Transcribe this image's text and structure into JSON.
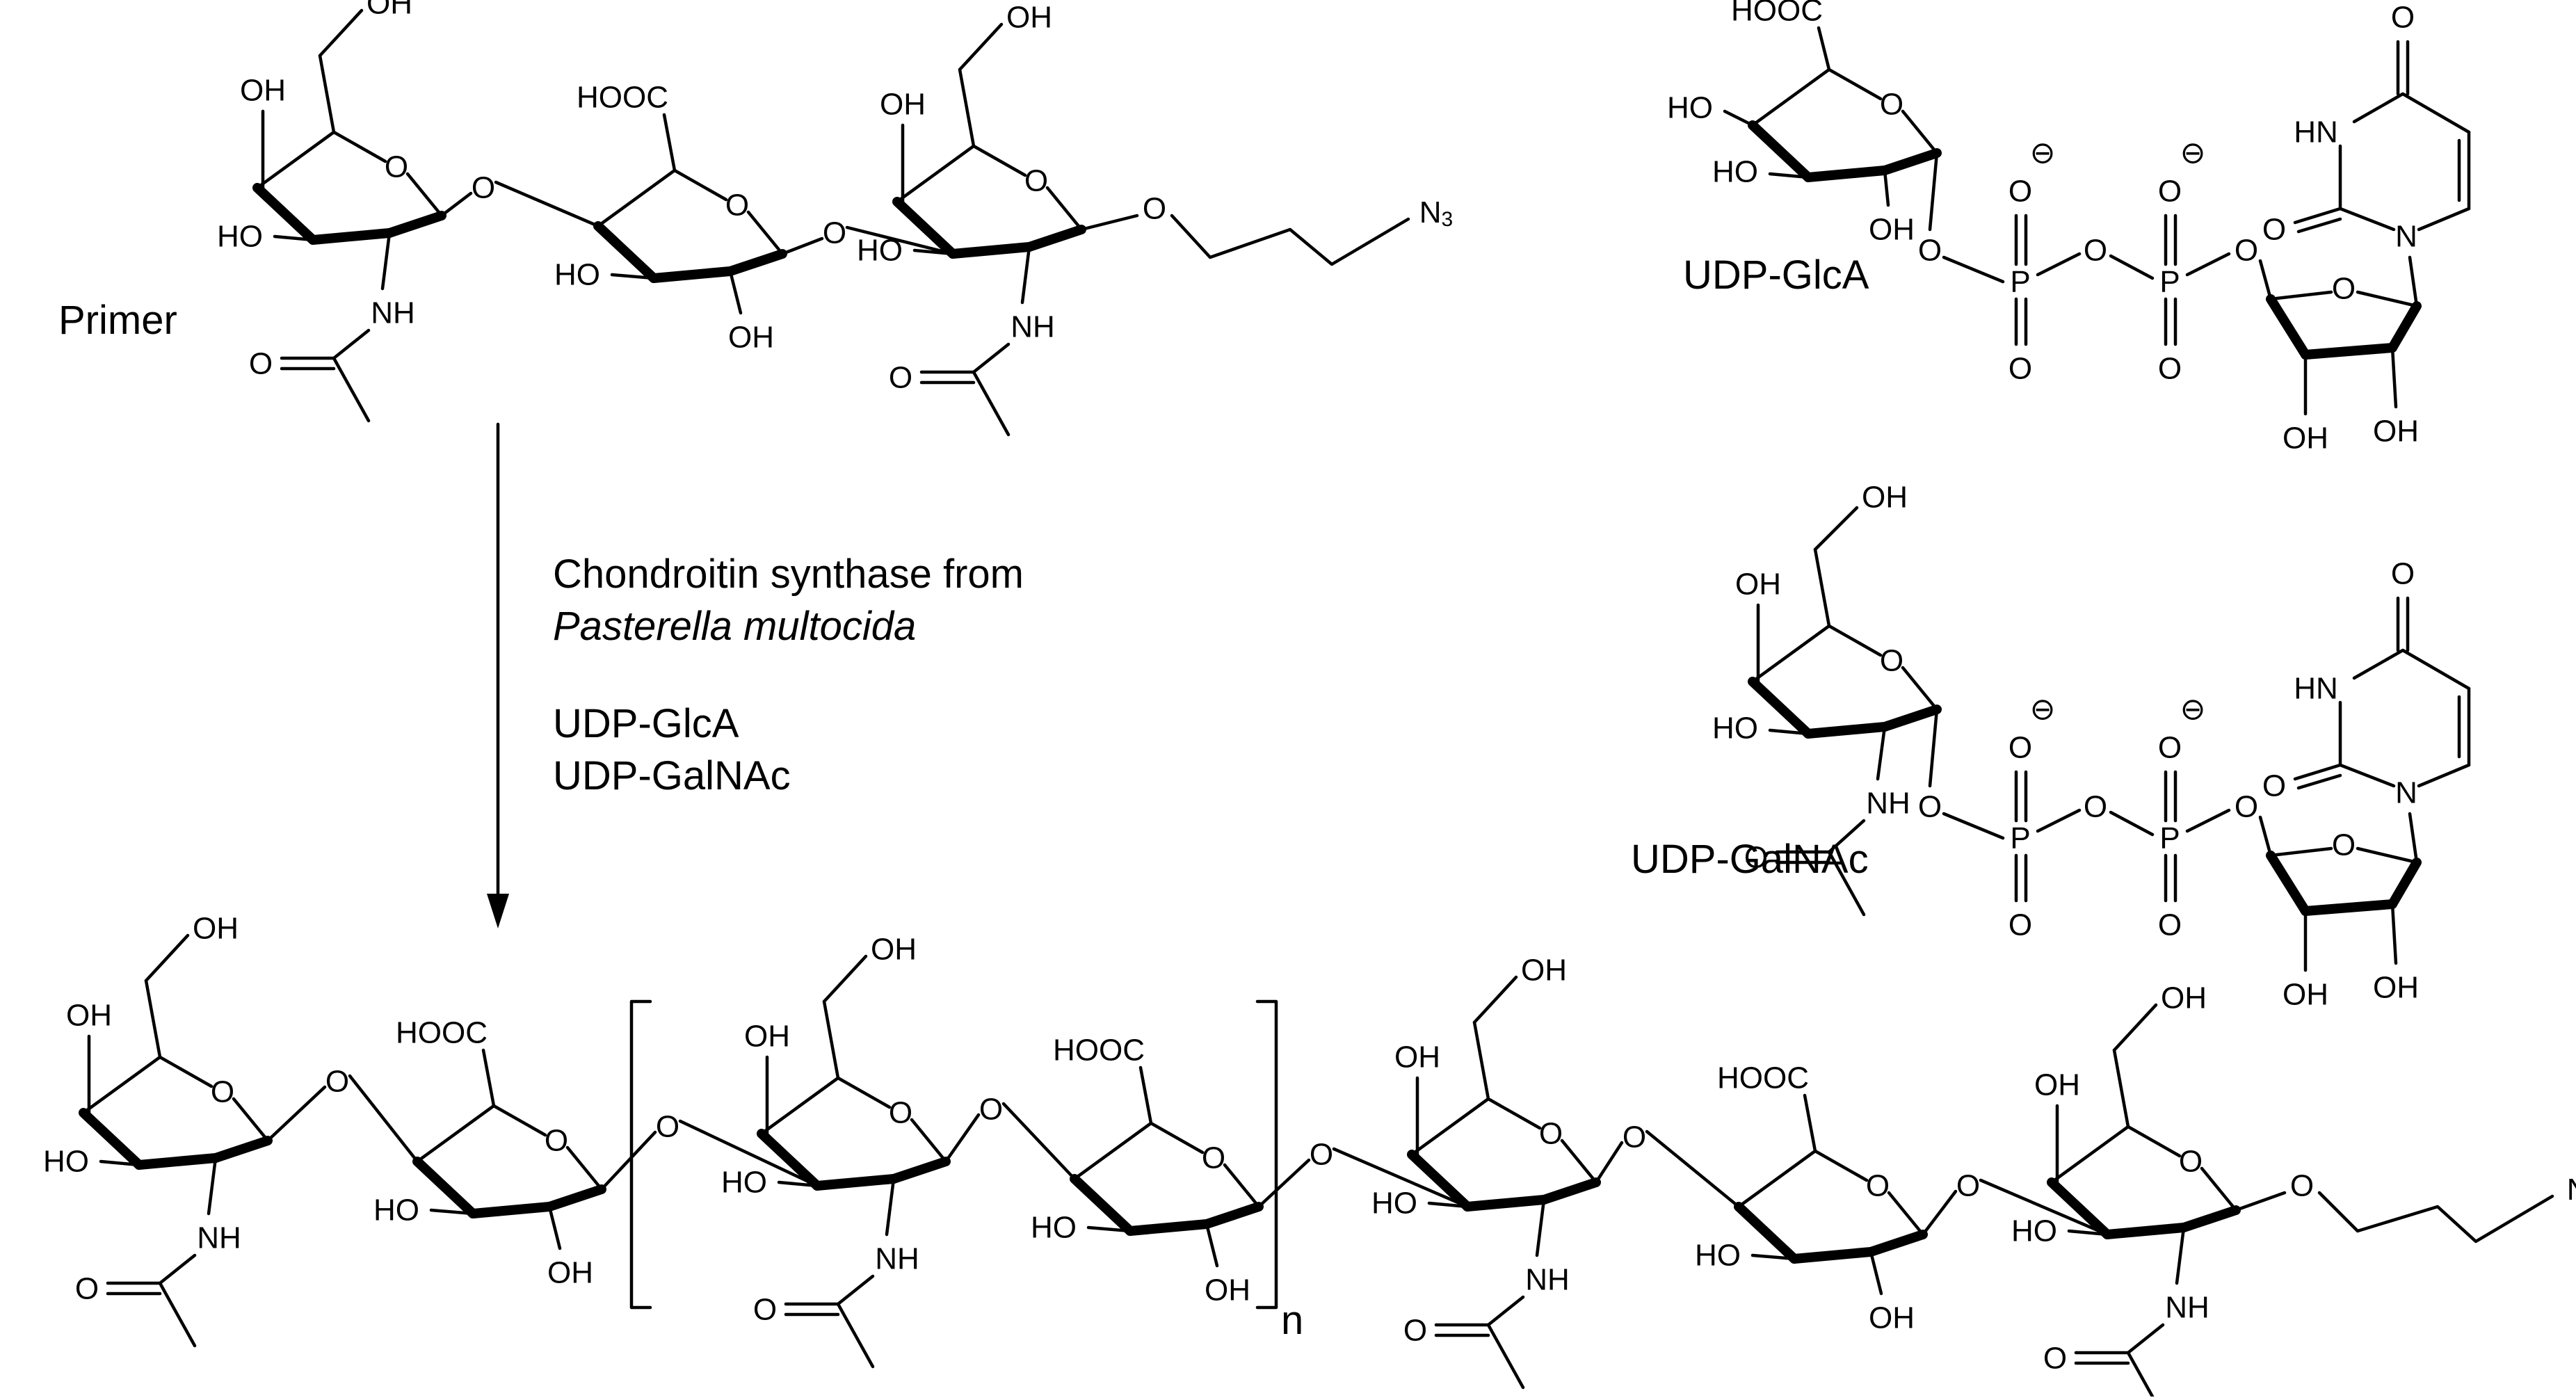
{
  "labels": {
    "primer": "Primer",
    "udp_glca_name": "UDP-GlcA",
    "udp_galnac_name": "UDP-GalNAc",
    "enzyme_line1": "Chondroitin synthase from",
    "enzyme_line2": "Pasterella multocida",
    "reagent1": "UDP-GlcA",
    "reagent2": "UDP-GalNAc",
    "repeat_index": "n"
  },
  "atoms": {
    "oh": "OH",
    "ho": "HO",
    "hooc": "HOOC",
    "o": "O",
    "nh": "NH",
    "hn": "HN",
    "n": "N",
    "p": "P",
    "n3": "N3",
    "charge": "⊖"
  }
}
